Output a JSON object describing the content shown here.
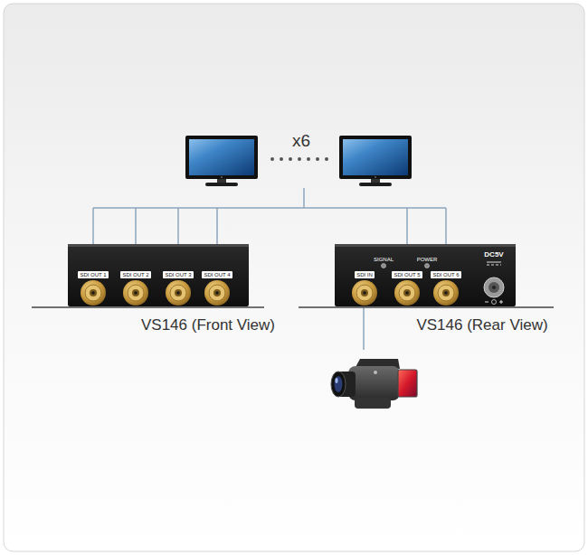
{
  "diagram": {
    "nodes": [
      {
        "text": [
          "SDI OUT 1",
          "SDI OUT 2",
          "SDI OUT 3",
          "SDI OUT 4",
          "VS146 (Front View)"
        ]
      },
      {
        "text": [
          "SDI IN",
          "SIGNAL",
          "POWER",
          "SDI OUT 5",
          "SDI OUT 6",
          "DC5V",
          "VS146 (Rear View)"
        ]
      }
    ],
    "labels": [
      "x6"
    ]
  }
}
